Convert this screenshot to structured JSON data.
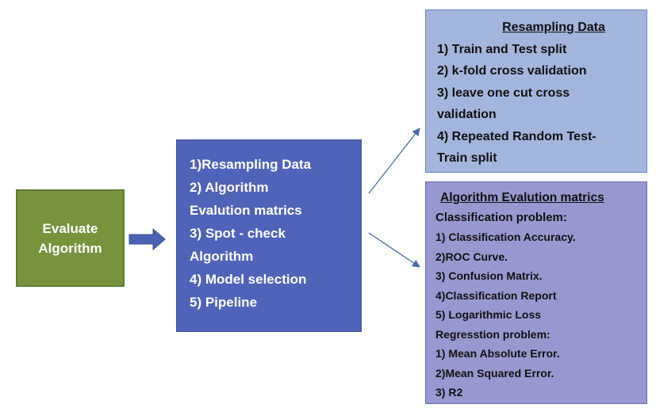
{
  "colors": {
    "evaluate_fill": "#77933c",
    "steps_fill": "#4f63b8",
    "resampling_fill": "#a3b5dc",
    "metrics_fill": "#9898d0",
    "arrow_fill": "#4a63b5",
    "connector": "#4a6aa8"
  },
  "evaluate": {
    "line1": "Evaluate",
    "line2": "Algorithm"
  },
  "steps": {
    "lines": [
      "1)Resampling Data",
      "2) Algorithm",
      "Evalution matrics",
      "3) Spot - check",
      "Algorithm",
      "4) Model selection",
      "5) Pipeline"
    ]
  },
  "resampling": {
    "title": "Resampling Data",
    "lines": [
      "1) Train and Test split",
      "2) k-fold cross validation",
      "3) leave one cut cross",
      "validation",
      "4) Repeated Random Test-",
      "Train split"
    ]
  },
  "metrics": {
    "title": "Algorithm Evalution matrics",
    "classification_heading": "Classification problem:",
    "classification_items": [
      "1) Classification Accuracy.",
      "2)ROC Curve.",
      "3) Confusion Matrix.",
      "4)Classification Report",
      "5) Logarithmic Loss"
    ],
    "regression_heading": "Regresstion problem:",
    "regression_items": [
      "1) Mean Absolute Error.",
      "2)Mean Squared Error.",
      "3) R2"
    ]
  }
}
